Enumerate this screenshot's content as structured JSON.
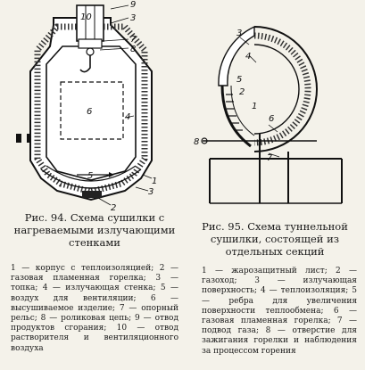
{
  "fig94": {
    "labels": [
      "10",
      "9",
      "3",
      "7",
      "8",
      "6",
      "4",
      "1",
      "5",
      "2",
      "3"
    ],
    "caption": "Рис. 94. Схема сушилки с нагреваемыми излучающими стенками",
    "legend": "1 — корпус с теплоизоляцией; 2 — газовая пламенная горелка; 3 — топка; 4 — излучающая стенка; 5 — воздух для вентиляции; 6 — высушиваемое изделие; 7 — опорный рельс; 8 — роликовая цепь; 9 — отвод продуктов сгорания; 10 — отвод растворителя и вентиляционного воздуха"
  },
  "fig95": {
    "labels": [
      "3",
      "4",
      "5",
      "2",
      "1",
      "6",
      "8",
      "7"
    ],
    "caption": "Рис. 95. Схема туннельной сушилки, состоящей из отдельных секций",
    "legend": "1 — жарозащитный лист; 2 — газоход; 3 — излучающая поверхность; 4 — теплоизоляция; 5 — ребра для увеличения поверхности теплообмена; 6 — газовая пламенная горелка; 7 — подвод газа; 8 — отверстие для зажигания горелки и наблюдения за процессом горения"
  }
}
